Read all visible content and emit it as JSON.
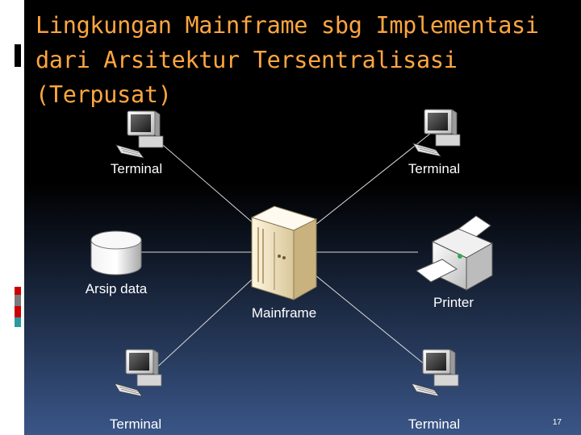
{
  "slide": {
    "title": "Lingkungan Mainframe sbg Implementasi dari Arsitektur Tersentralisasi (Terpusat)",
    "page_number": "17"
  },
  "diagram": {
    "nodes": {
      "terminal_top_left": {
        "label": "Terminal",
        "icon": "desktop-computer-icon"
      },
      "terminal_top_right": {
        "label": "Terminal",
        "icon": "desktop-computer-icon"
      },
      "archive": {
        "label": "Arsip data",
        "icon": "database-cylinder-icon"
      },
      "mainframe": {
        "label": "Mainframe",
        "icon": "mainframe-server-icon"
      },
      "printer": {
        "label": "Printer",
        "icon": "printer-icon"
      },
      "terminal_bottom_left": {
        "label": "Terminal",
        "icon": "desktop-computer-icon"
      },
      "terminal_bottom_right": {
        "label": "Terminal",
        "icon": "desktop-computer-icon"
      }
    },
    "edges": [
      [
        "mainframe",
        "terminal_top_left"
      ],
      [
        "mainframe",
        "terminal_top_right"
      ],
      [
        "mainframe",
        "archive"
      ],
      [
        "mainframe",
        "printer"
      ],
      [
        "mainframe",
        "terminal_bottom_left"
      ],
      [
        "mainframe",
        "terminal_bottom_right"
      ]
    ]
  },
  "colors": {
    "title": "#ffa640",
    "accent_red": "#cc0000",
    "accent_gray": "#7a7a7a",
    "accent_teal": "#2a9aa0",
    "label": "#ffffff"
  }
}
